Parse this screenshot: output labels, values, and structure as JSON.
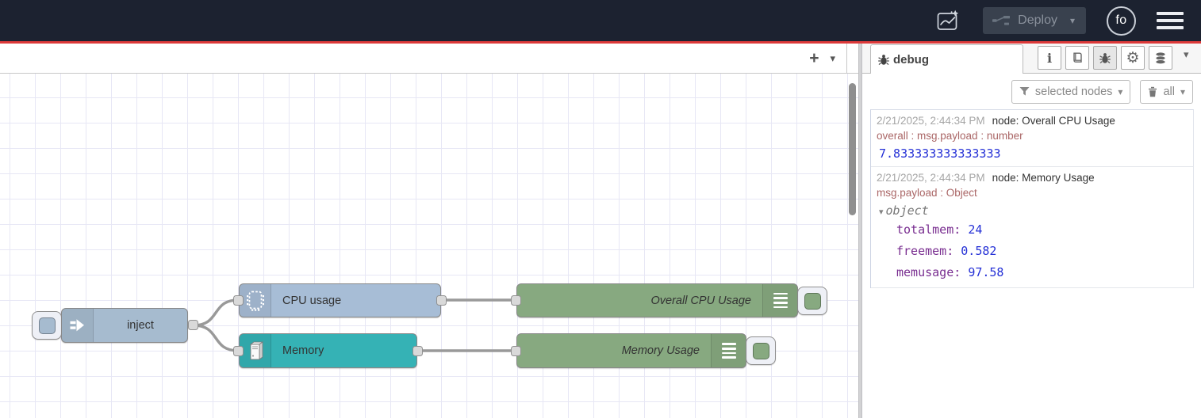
{
  "colors": {
    "header_bg": "#1c2230",
    "accent_red": "#dd3a3a",
    "inject_node": "#a6bbcf",
    "cpu_node": "#a7bdd6",
    "memory_node": "#35b2b5",
    "debug_node": "#87a980",
    "wire": "#999999"
  },
  "icons": {
    "plus": "+",
    "caret_down": "▾",
    "info": "i",
    "gear": "⚙"
  },
  "header": {
    "deploy_label": "Deploy",
    "user_initials": "fo"
  },
  "canvas": {
    "nodes": [
      {
        "label": "inject"
      },
      {
        "label": "CPU usage"
      },
      {
        "label": "Memory"
      },
      {
        "label": "Overall CPU Usage"
      },
      {
        "label": "Memory Usage"
      }
    ]
  },
  "sidebar": {
    "tab_label": "debug",
    "filter_label": "selected nodes",
    "clear_label": "all",
    "messages": [
      {
        "timestamp": "2/21/2025, 2:44:34 PM",
        "node": "node: Overall CPU Usage",
        "topic": "overall : msg.payload : number",
        "value": "7.833333333333333"
      },
      {
        "timestamp": "2/21/2025, 2:44:34 PM",
        "node": "node: Memory Usage",
        "topic": "msg.payload : Object",
        "object_label": "object",
        "entries": [
          {
            "key": "totalmem",
            "value": "24"
          },
          {
            "key": "freemem",
            "value": "0.582"
          },
          {
            "key": "memusage",
            "value": "97.58"
          }
        ]
      }
    ]
  }
}
